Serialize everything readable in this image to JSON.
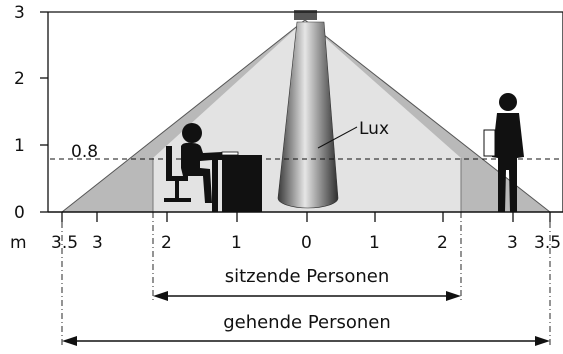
{
  "y_axis": {
    "ticks": [
      "0",
      "1",
      "2",
      "3"
    ],
    "unit": "m"
  },
  "x_axis": {
    "ticks": [
      "3.5",
      "3",
      "2",
      "1",
      "0",
      "1",
      "2",
      "3",
      "3.5"
    ]
  },
  "height_line_label": "0.8",
  "lux_label": "Lux",
  "ranges": {
    "seated": {
      "label": "sitzende Personen"
    },
    "walking": {
      "label": "gehende Personen"
    }
  },
  "colors": {
    "outer_zone": "#b9b9b9",
    "inner_zone": "#e3e3e3",
    "figure": "#111111",
    "sensor": "#555555"
  }
}
